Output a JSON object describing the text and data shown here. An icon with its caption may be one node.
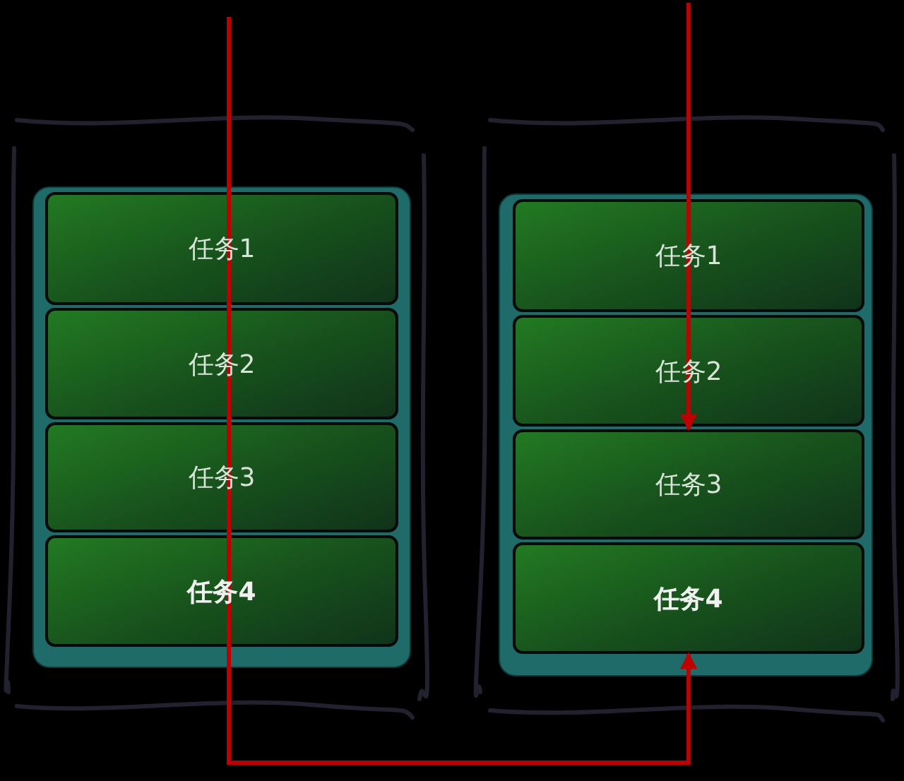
{
  "diagram": {
    "nodes": [
      {
        "text": [],
        "shape": "box"
      },
      {
        "text": [
          "任务1"
        ],
        "in": 0
      },
      {
        "text": [
          "任务2"
        ],
        "in": 0
      },
      {
        "text": [
          "任务3"
        ],
        "in": 0
      },
      {
        "text": [
          "任务4"
        ],
        "in": 0
      },
      {
        "text": [],
        "shape": "box"
      },
      {
        "text": [
          "任务1"
        ],
        "in": 5
      },
      {
        "text": [
          "任务2"
        ],
        "in": 5
      },
      {
        "text": [
          "任务3"
        ],
        "in": 5
      },
      {
        "text": [
          "任务4"
        ],
        "in": 5
      }
    ],
    "edges": [
      {
        "from": null,
        "to": 9,
        "arrow": "to",
        "color": "#c00000"
      },
      {
        "from": null,
        "to": 8,
        "arrow": "to",
        "color": "#c00000"
      }
    ]
  }
}
